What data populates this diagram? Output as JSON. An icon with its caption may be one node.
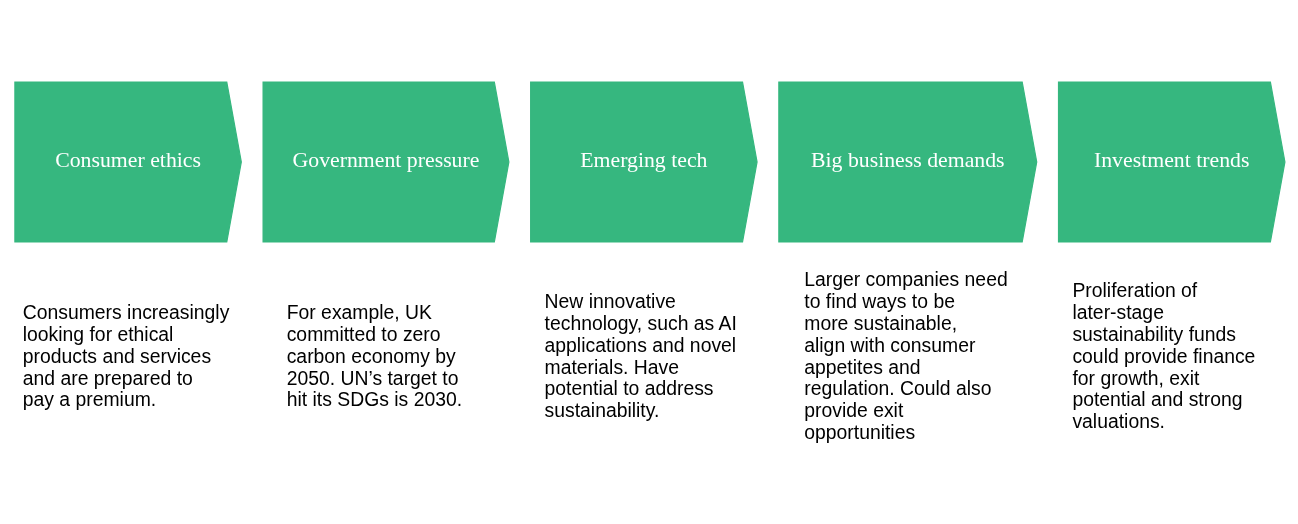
{
  "diagram": {
    "nodes": [
      {
        "text": [
          "Consumer ethics"
        ],
        "beside": [
          "Consumers increasingly looking for ethical products and services and are prepared to pay a premium."
        ]
      },
      {
        "text": [
          "Government pressure"
        ],
        "beside": [
          "For example, UK committed to zero carbon economy by 2050. UN’s target to hit its SDGs is 2030."
        ]
      },
      {
        "text": [
          "Emerging tech"
        ],
        "beside": [
          "New innovative technology, such as AI applications and novel materials. Have potential to address sustainability."
        ]
      },
      {
        "text": [
          "Big business demands"
        ],
        "beside": [
          "Larger companies need to find ways to be more sustainable, align with consumer appetites and regulation. Could also provide exit opportunities"
        ]
      },
      {
        "text": [
          "Investment trends"
        ],
        "beside": [
          "Proliferation of later-stage sustainability funds could provide finance for growth, exit potential and strong valuations."
        ]
      }
    ]
  }
}
